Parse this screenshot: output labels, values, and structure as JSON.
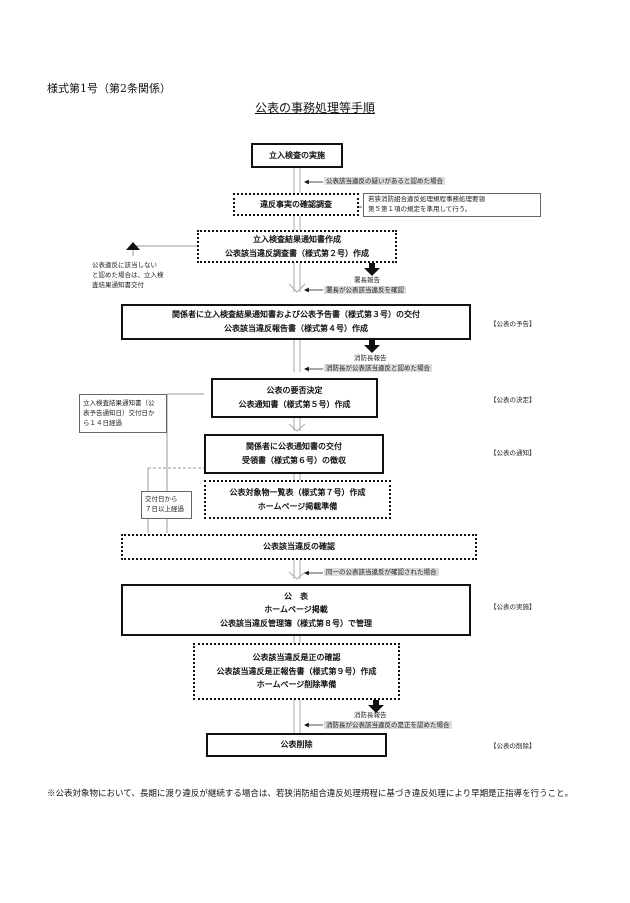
{
  "header": {
    "form_no": "様式第1号（第2条関係）",
    "title": "公表の事務処理等手順"
  },
  "boxes": {
    "b1": "立入検査の実施",
    "b2": "違反事実の確認調査",
    "b3_l1": "立入検査結果通知書作成",
    "b3_l2": "公表該当違反調査書（様式第２号）作成",
    "b4_l1": "関係者に立入検査結果通知書および公表予告書（様式第３号）の交付",
    "b4_l2": "公表該当違反報告書（様式第４号）作成",
    "b5_l1": "公表の要否決定",
    "b5_l2": "公表通知書（様式第５号）作成",
    "b6_l1": "関係者に公表通知書の交付",
    "b6_l2": "受領書（様式第６号）の徴収",
    "b7_l1": "公表対象物一覧表（様式第７号）作成",
    "b7_l2": "ホームページ掲載準備",
    "b8": "公表該当違反の確認",
    "b9_l1": "公　表",
    "b9_l2": "ホームページ掲載",
    "b9_l3": "公表該当違反管理簿（様式第８号）で管理",
    "b10_l1": "公表該当違反是正の確認",
    "b10_l2": "公表該当違反是正報告書（様式第９号）作成",
    "b10_l3": "ホームページ削除準備",
    "b11": "公表削除"
  },
  "notes": {
    "n1": "公表該当違反の疑いがあると認めた場合",
    "n2_l1": "若狭消防組合違反処理規程事務処理要領",
    "n2_l2": "第５第１項の規定を準用して行う。",
    "n3": "署長報告",
    "n4": "署長が公表該当違反を確認",
    "n5": "消防長報告",
    "n6": "消防長が公表該当違反と認めた場合",
    "n7": "同一の公表該当違反が確認された場合",
    "n8": "消防長報告",
    "n9": "消防長が公表該当違反の是正を認めた場合",
    "left1_l1": "公表違反に該当しない",
    "left1_l2": "と認めた場合は、立入検",
    "left1_l3": "査結果通知書交付",
    "left2_l1": "立入検査結果通知書（公",
    "left2_l2": "表予告通知日）交付日か",
    "left2_l3": "ら１４日経過",
    "left3_l1": "交付日から",
    "left3_l2": "７日以上経過"
  },
  "side_labels": {
    "yokoku": "【公表の予告】",
    "kettei": "【公表の決定】",
    "tsuchi": "【公表の通知】",
    "jisshi": "【公表の実施】",
    "sakujo": "【公表の削除】"
  },
  "footnote": "※公表対象物において、長期に渡り違反が継続する場合は、若狭消防組合違反処理規程に基づき違反処理により早期是正指導を行うこと。"
}
